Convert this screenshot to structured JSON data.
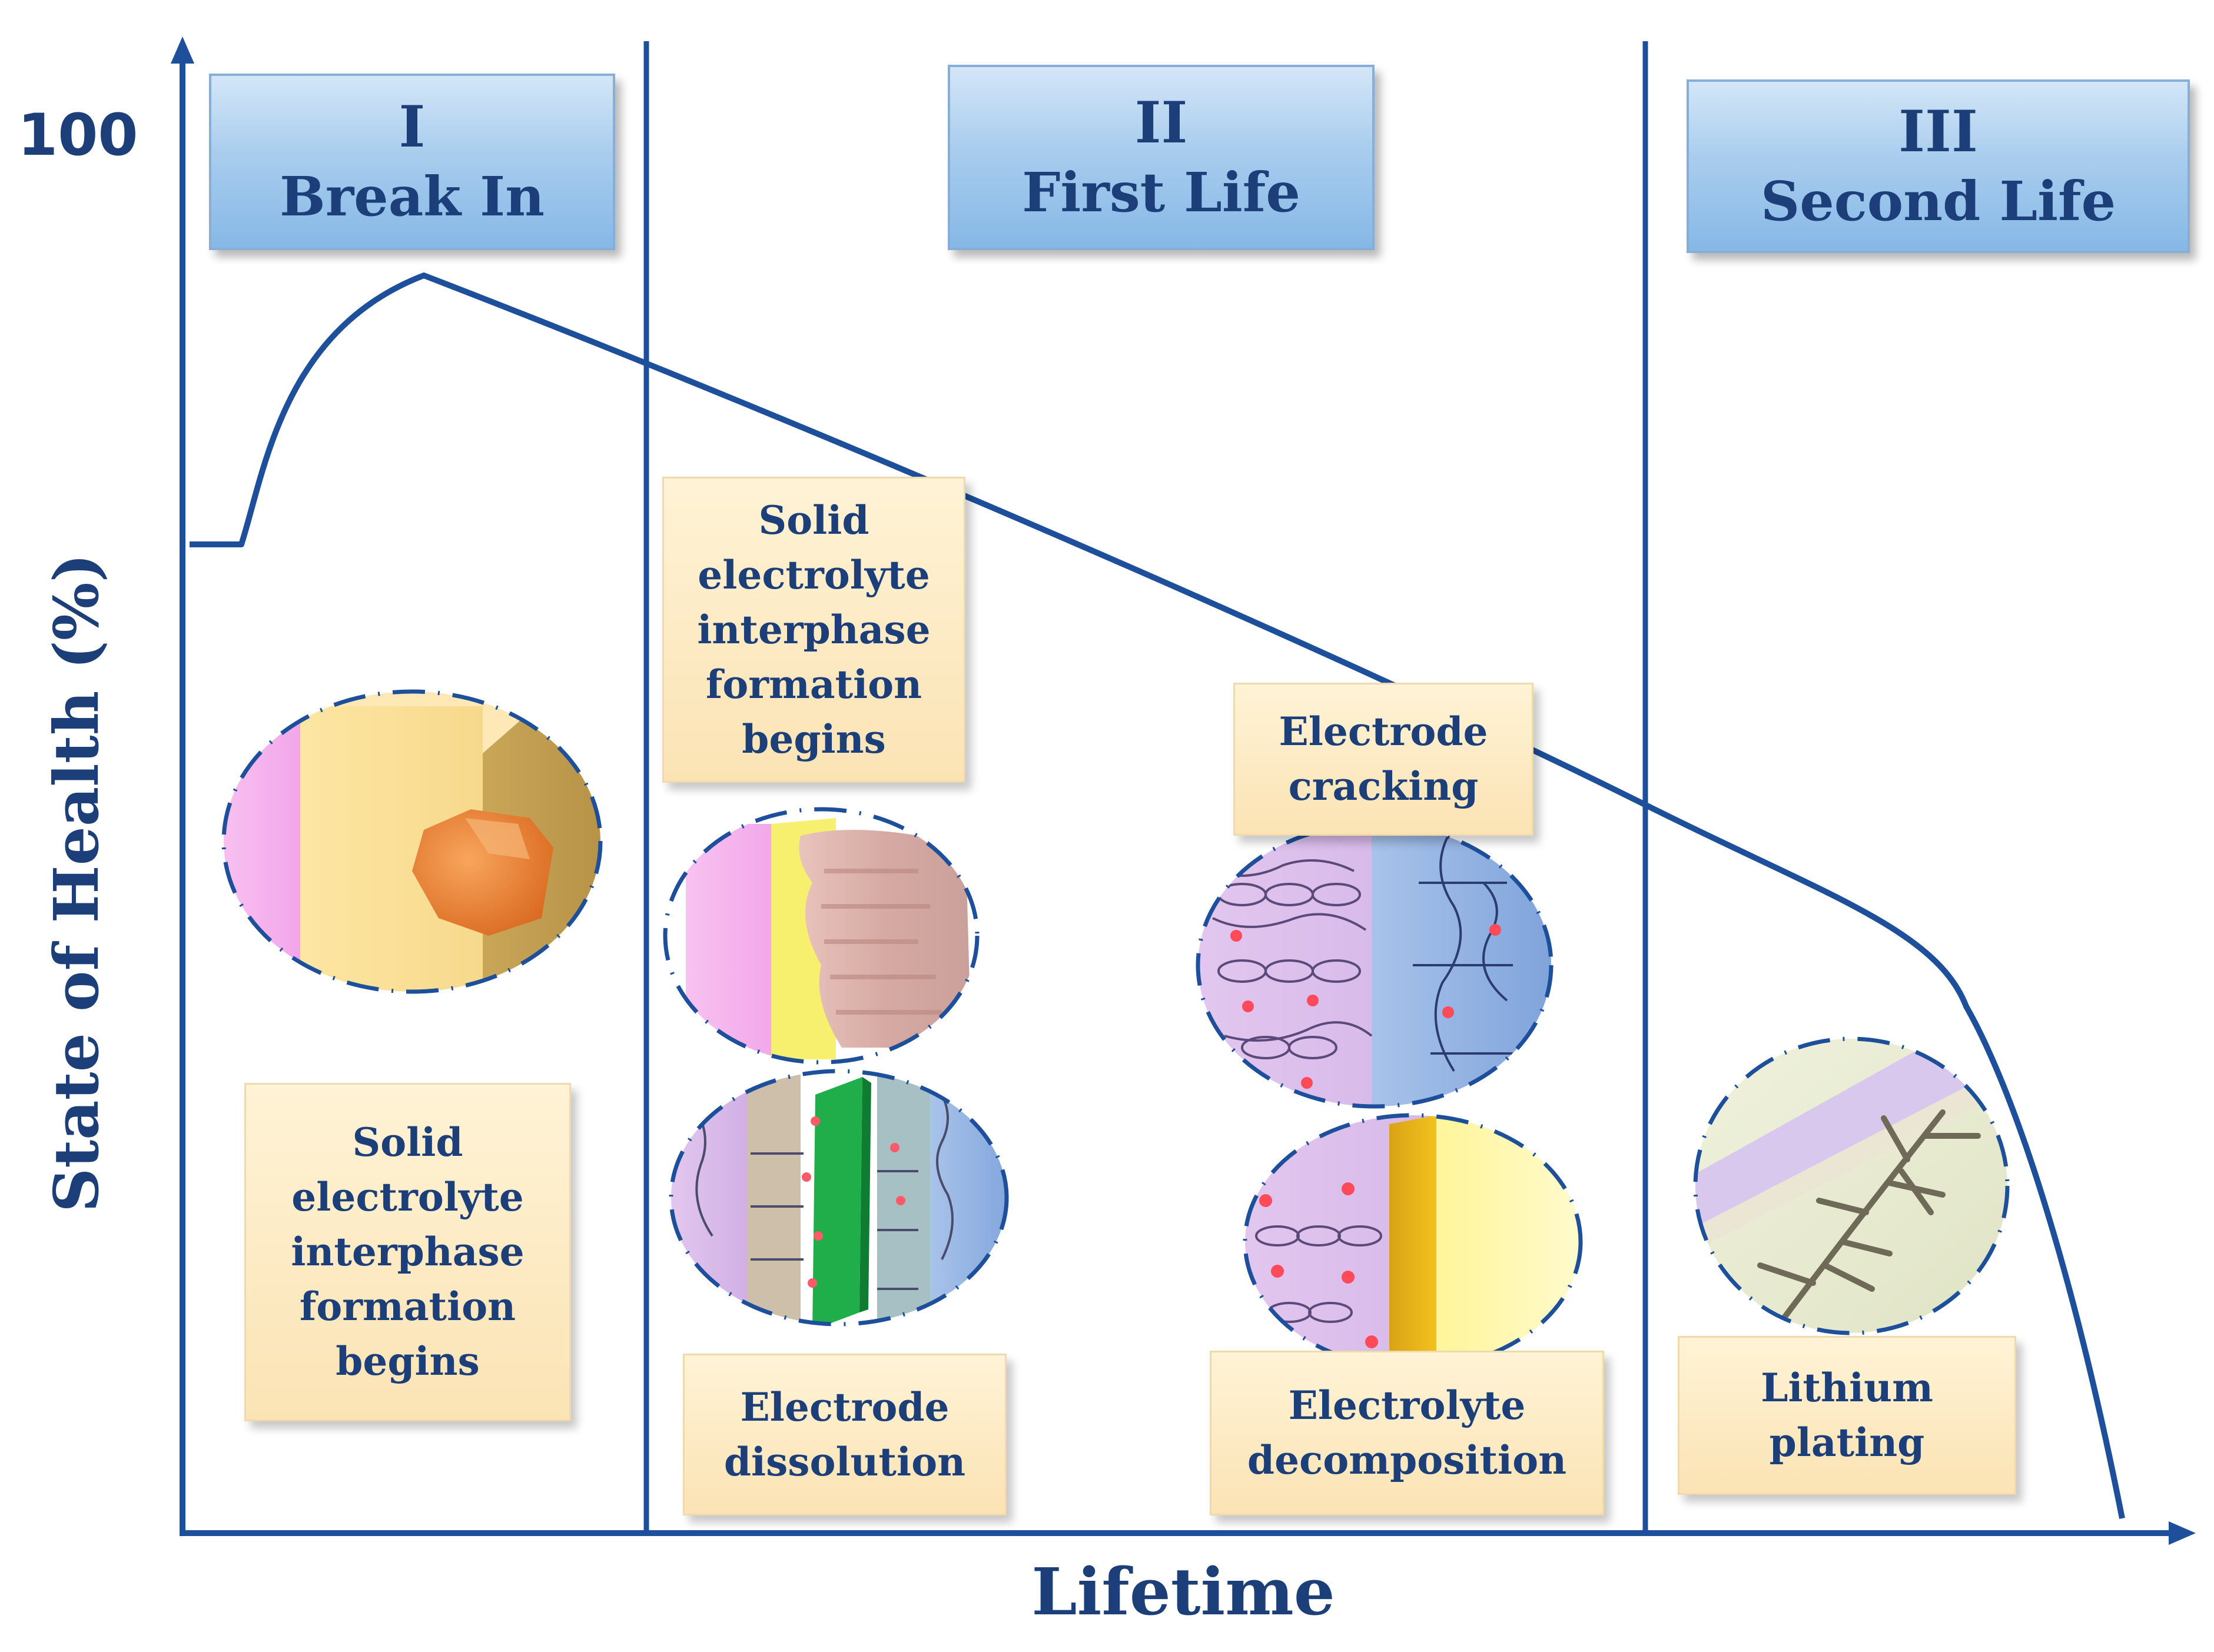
{
  "axes": {
    "y_label": "State of Health (%)",
    "y_tick": "100",
    "x_label": "Lifetime"
  },
  "stages": [
    {
      "numeral": "I",
      "title": "Break In"
    },
    {
      "numeral": "II",
      "title": "First Life"
    },
    {
      "numeral": "III",
      "title": "Second Life"
    }
  ],
  "mechanisms": {
    "sei_stage1": "Solid electrolyte interphase formation begins",
    "sei_stage2": "Solid electrolyte interphase formation begins",
    "electrode_cracking": "Electrode cracking",
    "electrode_dissolution": "Electrode dissolution",
    "electrolyte_decomposition": "Electrolyte decomposition",
    "lithium_plating": "Lithium plating"
  },
  "colors": {
    "axis_blue": "#1d4f9a",
    "text_navy": "#1c3f79",
    "header_fill": "#a9cdee",
    "label_fill": "#fbe3b4"
  },
  "icons": {
    "stage1_image": "orange-crystal-on-electrode",
    "stage2_image_a": "sei-layer-on-electrode",
    "stage2_image_b": "electrode-dissolution-cell",
    "stage2_image_c": "cracked-electrode",
    "stage2_image_d": "electrolyte-decomposition-cell",
    "stage3_image": "lithium-dendrite"
  }
}
